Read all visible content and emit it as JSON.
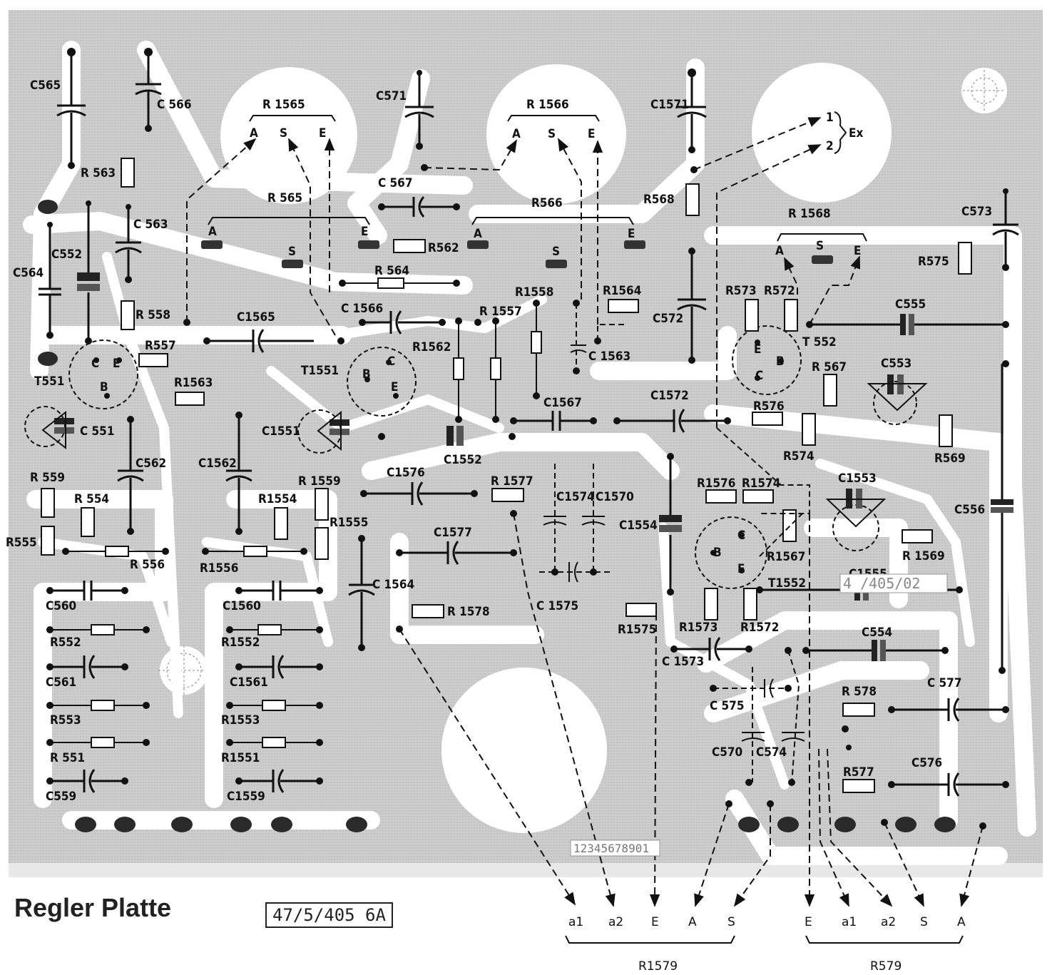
{
  "title": "Regler Platte",
  "board_code": "47/5/405 6A",
  "stamp_a": "12345678901",
  "stamp_b": "4 /405/02",
  "components": [
    {
      "id": "c565",
      "text": "C565"
    },
    {
      "id": "c566",
      "text": "C 566"
    },
    {
      "id": "c571",
      "text": "C571"
    },
    {
      "id": "r1565",
      "text": "R 1565"
    },
    {
      "id": "r1566",
      "text": "R 1566"
    },
    {
      "id": "c1571",
      "text": "C1571"
    },
    {
      "id": "r563",
      "text": "R 563"
    },
    {
      "id": "c567",
      "text": "C 567"
    },
    {
      "id": "r565",
      "text": "R 565"
    },
    {
      "id": "r566",
      "text": "R566"
    },
    {
      "id": "r568",
      "text": "R568"
    },
    {
      "id": "r1568",
      "text": "R 1568"
    },
    {
      "id": "c573",
      "text": "C573"
    },
    {
      "id": "c563",
      "text": "C 563"
    },
    {
      "id": "c552",
      "text": "C552"
    },
    {
      "id": "c564",
      "text": "C564"
    },
    {
      "id": "r562",
      "text": "R562"
    },
    {
      "id": "r564",
      "text": "R 564"
    },
    {
      "id": "r575",
      "text": "R575"
    },
    {
      "id": "r573",
      "text": "R573"
    },
    {
      "id": "r572",
      "text": "R572"
    },
    {
      "id": "c555",
      "text": "C555"
    },
    {
      "id": "r558",
      "text": "R 558"
    },
    {
      "id": "r1558",
      "text": "R1558"
    },
    {
      "id": "r1564",
      "text": "R1564"
    },
    {
      "id": "c1565",
      "text": "C1565"
    },
    {
      "id": "c1566",
      "text": "C 1566"
    },
    {
      "id": "r1557",
      "text": "R 1557"
    },
    {
      "id": "c572",
      "text": "C572"
    },
    {
      "id": "t552",
      "text": "T 552"
    },
    {
      "id": "r557",
      "text": "R557"
    },
    {
      "id": "r1562",
      "text": "R1562"
    },
    {
      "id": "c1563",
      "text": "C 1563"
    },
    {
      "id": "c553",
      "text": "C553"
    },
    {
      "id": "t551",
      "text": "T551"
    },
    {
      "id": "t1551",
      "text": "T1551"
    },
    {
      "id": "r567",
      "text": "R 567"
    },
    {
      "id": "r1563",
      "text": "R1563"
    },
    {
      "id": "c1567",
      "text": "C1567"
    },
    {
      "id": "c1572",
      "text": "C1572"
    },
    {
      "id": "r576",
      "text": "R576"
    },
    {
      "id": "c551",
      "text": "C 551"
    },
    {
      "id": "c1551",
      "text": "C1551"
    },
    {
      "id": "c1552",
      "text": "C1552"
    },
    {
      "id": "r574",
      "text": "R574"
    },
    {
      "id": "r569",
      "text": "R569"
    },
    {
      "id": "c562",
      "text": "C562"
    },
    {
      "id": "c1562",
      "text": "C1562"
    },
    {
      "id": "c1576",
      "text": "C1576"
    },
    {
      "id": "r1576",
      "text": "R1576"
    },
    {
      "id": "r1574",
      "text": "R1574"
    },
    {
      "id": "c1553",
      "text": "C1553"
    },
    {
      "id": "r559",
      "text": "R 559"
    },
    {
      "id": "r554",
      "text": "R 554"
    },
    {
      "id": "r1559",
      "text": "R 1559"
    },
    {
      "id": "r1577",
      "text": "R 1577"
    },
    {
      "id": "c1574",
      "text": "C1574"
    },
    {
      "id": "c1570",
      "text": "C1570"
    },
    {
      "id": "r1554",
      "text": "R1554"
    },
    {
      "id": "r1555",
      "text": "R1555"
    },
    {
      "id": "c1554",
      "text": "C1554"
    },
    {
      "id": "c556",
      "text": "C556"
    },
    {
      "id": "r555",
      "text": "R555"
    },
    {
      "id": "r556",
      "text": "R 556"
    },
    {
      "id": "r1556",
      "text": "R1556"
    },
    {
      "id": "c1577",
      "text": "C1577"
    },
    {
      "id": "r1567",
      "text": "R1567"
    },
    {
      "id": "r1569",
      "text": "R 1569"
    },
    {
      "id": "c1564",
      "text": "C 1564"
    },
    {
      "id": "c1555",
      "text": "C1555"
    },
    {
      "id": "c560",
      "text": "C560"
    },
    {
      "id": "c1560",
      "text": "C1560"
    },
    {
      "id": "t1552",
      "text": "T1552"
    },
    {
      "id": "r1578",
      "text": "R 1578"
    },
    {
      "id": "c1575",
      "text": "C 1575"
    },
    {
      "id": "r1575",
      "text": "R1575"
    },
    {
      "id": "r1573",
      "text": "R1573"
    },
    {
      "id": "r1572",
      "text": "R1572"
    },
    {
      "id": "r552",
      "text": "R552"
    },
    {
      "id": "r1552",
      "text": "R1552"
    },
    {
      "id": "c554",
      "text": "C554"
    },
    {
      "id": "c1573",
      "text": "C 1573"
    },
    {
      "id": "c561",
      "text": "C561"
    },
    {
      "id": "c1561",
      "text": "C1561"
    },
    {
      "id": "c575",
      "text": "C 575"
    },
    {
      "id": "r578",
      "text": "R 578"
    },
    {
      "id": "c577",
      "text": "C 577"
    },
    {
      "id": "r553",
      "text": "R553"
    },
    {
      "id": "r1553",
      "text": "R1553"
    },
    {
      "id": "c570",
      "text": "C570"
    },
    {
      "id": "c574",
      "text": "C574"
    },
    {
      "id": "r551",
      "text": "R 551"
    },
    {
      "id": "r1551",
      "text": "R1551"
    },
    {
      "id": "c576",
      "text": "C576"
    },
    {
      "id": "r577",
      "text": "R577"
    },
    {
      "id": "c559",
      "text": "C559"
    },
    {
      "id": "c1559",
      "text": "C1559"
    }
  ],
  "pin_letters": {
    "A": "A",
    "S": "S",
    "E": "E",
    "B": "B",
    "C": "C",
    "one": "1",
    "two": "2",
    "ex": "Ex"
  },
  "bottom_connectors": {
    "group1": {
      "name": "R1579",
      "pins": [
        "a1",
        "a2",
        "E",
        "A",
        "S"
      ]
    },
    "group2": {
      "name": "R579",
      "pins": [
        "E",
        "a1",
        "a2",
        "S",
        "A"
      ]
    }
  }
}
